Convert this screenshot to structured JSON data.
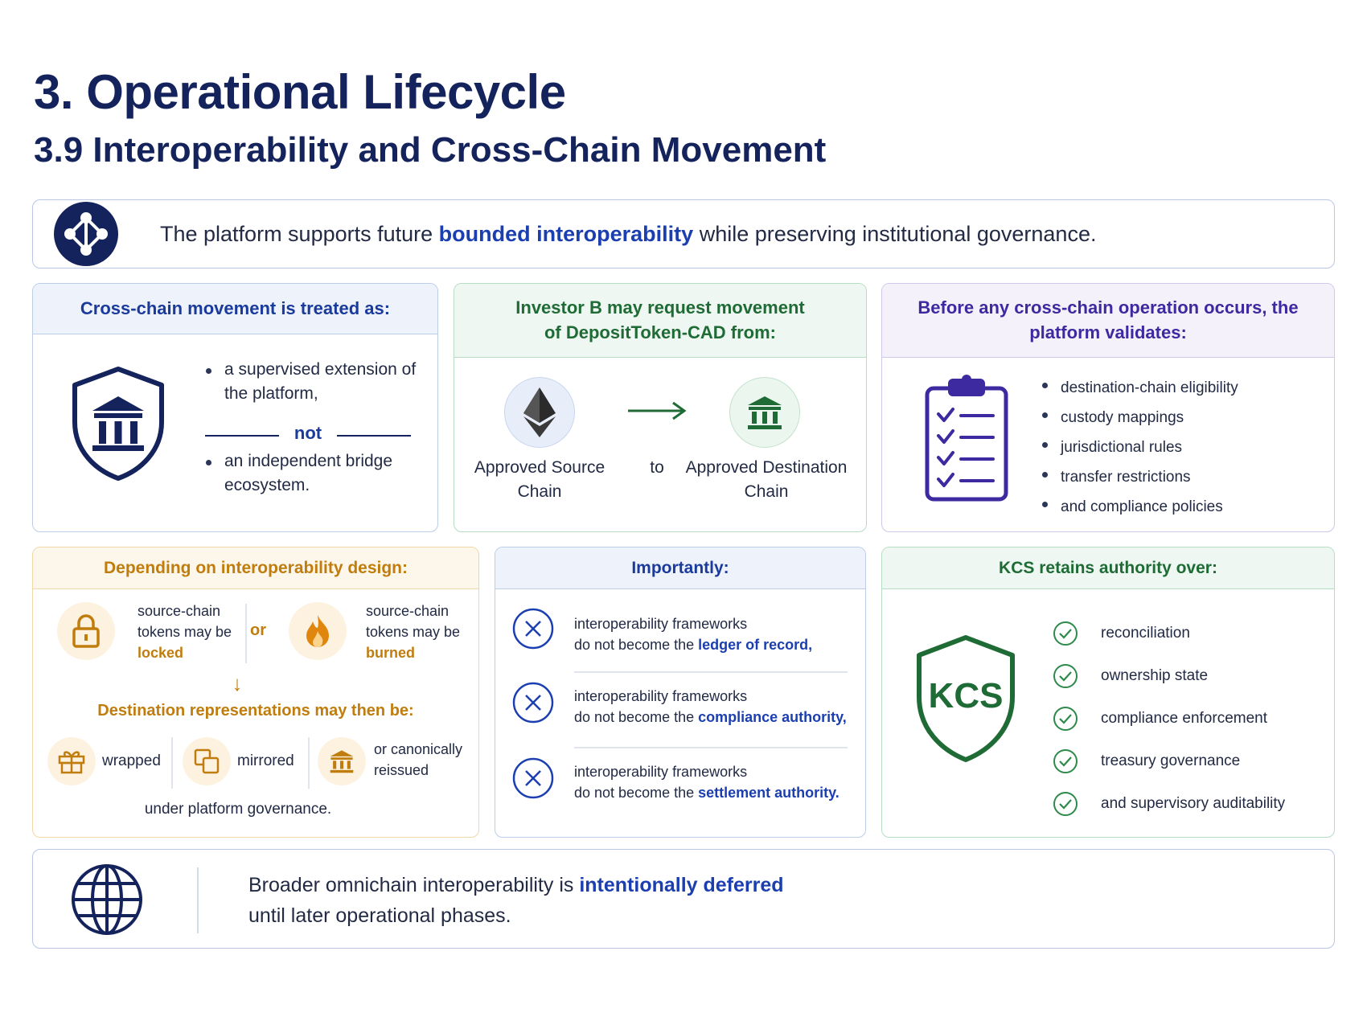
{
  "header": {
    "title": "3. Operational Lifecycle",
    "subtitle": "3.9 Interoperability and Cross-Chain Movement"
  },
  "intro": {
    "before": "The platform supports future ",
    "highlight": "bounded interoperability",
    "after": " while preserving institutional governance."
  },
  "treated_as": {
    "heading": "Cross-chain movement is treated as:",
    "item1": "a supervised extension of the platform,",
    "divider": "not",
    "item2": "an independent bridge ecosystem."
  },
  "movement": {
    "heading": "Investor B may request movement of DepositToken-CAD from:",
    "source_label": "Approved Source Chain",
    "connector": "to",
    "destination_label": "Approved Destination Chain"
  },
  "validates": {
    "heading": "Before any cross-chain operation occurs, the platform validates:",
    "items": [
      "destination-chain eligibility",
      "custody mappings",
      "jurisdictional rules",
      "transfer restrictions",
      "and compliance policies"
    ]
  },
  "design": {
    "heading": "Depending on interoperability design:",
    "locked_prefix": "source-chain tokens may be ",
    "locked_word": "locked",
    "or": "or",
    "burned_prefix": "source-chain tokens may be ",
    "burned_word": "burned",
    "arrow": "↓",
    "destination_heading": "Destination representations may then be:",
    "options": [
      "wrapped",
      "mirrored",
      "or canonically reissued"
    ],
    "footer": "under platform governance."
  },
  "importantly": {
    "heading": "Importantly:",
    "items": [
      {
        "line1": "interoperability frameworks",
        "line2_prefix": "do not become the ",
        "highlight": "ledger of record,"
      },
      {
        "line1": "interoperability frameworks",
        "line2_prefix": "do not become the ",
        "highlight": "compliance authority,"
      },
      {
        "line1": "interoperability frameworks",
        "line2_prefix": "do not become the ",
        "highlight": "settlement authority."
      }
    ]
  },
  "authority": {
    "heading": "KCS retains authority over:",
    "shield_text": "KCS",
    "items": [
      "reconciliation",
      "ownership state",
      "compliance enforcement",
      "treasury governance",
      "and supervisory auditability"
    ]
  },
  "closing": {
    "before": "Broader omnichain interoperability is ",
    "highlight": "intentionally deferred",
    "after": "until later operational phases."
  },
  "colors": {
    "navy": "#14235c",
    "blue": "#1b3fb0",
    "green": "#1f6b35",
    "purple": "#3d2aa0",
    "amber": "#c07d0e"
  }
}
